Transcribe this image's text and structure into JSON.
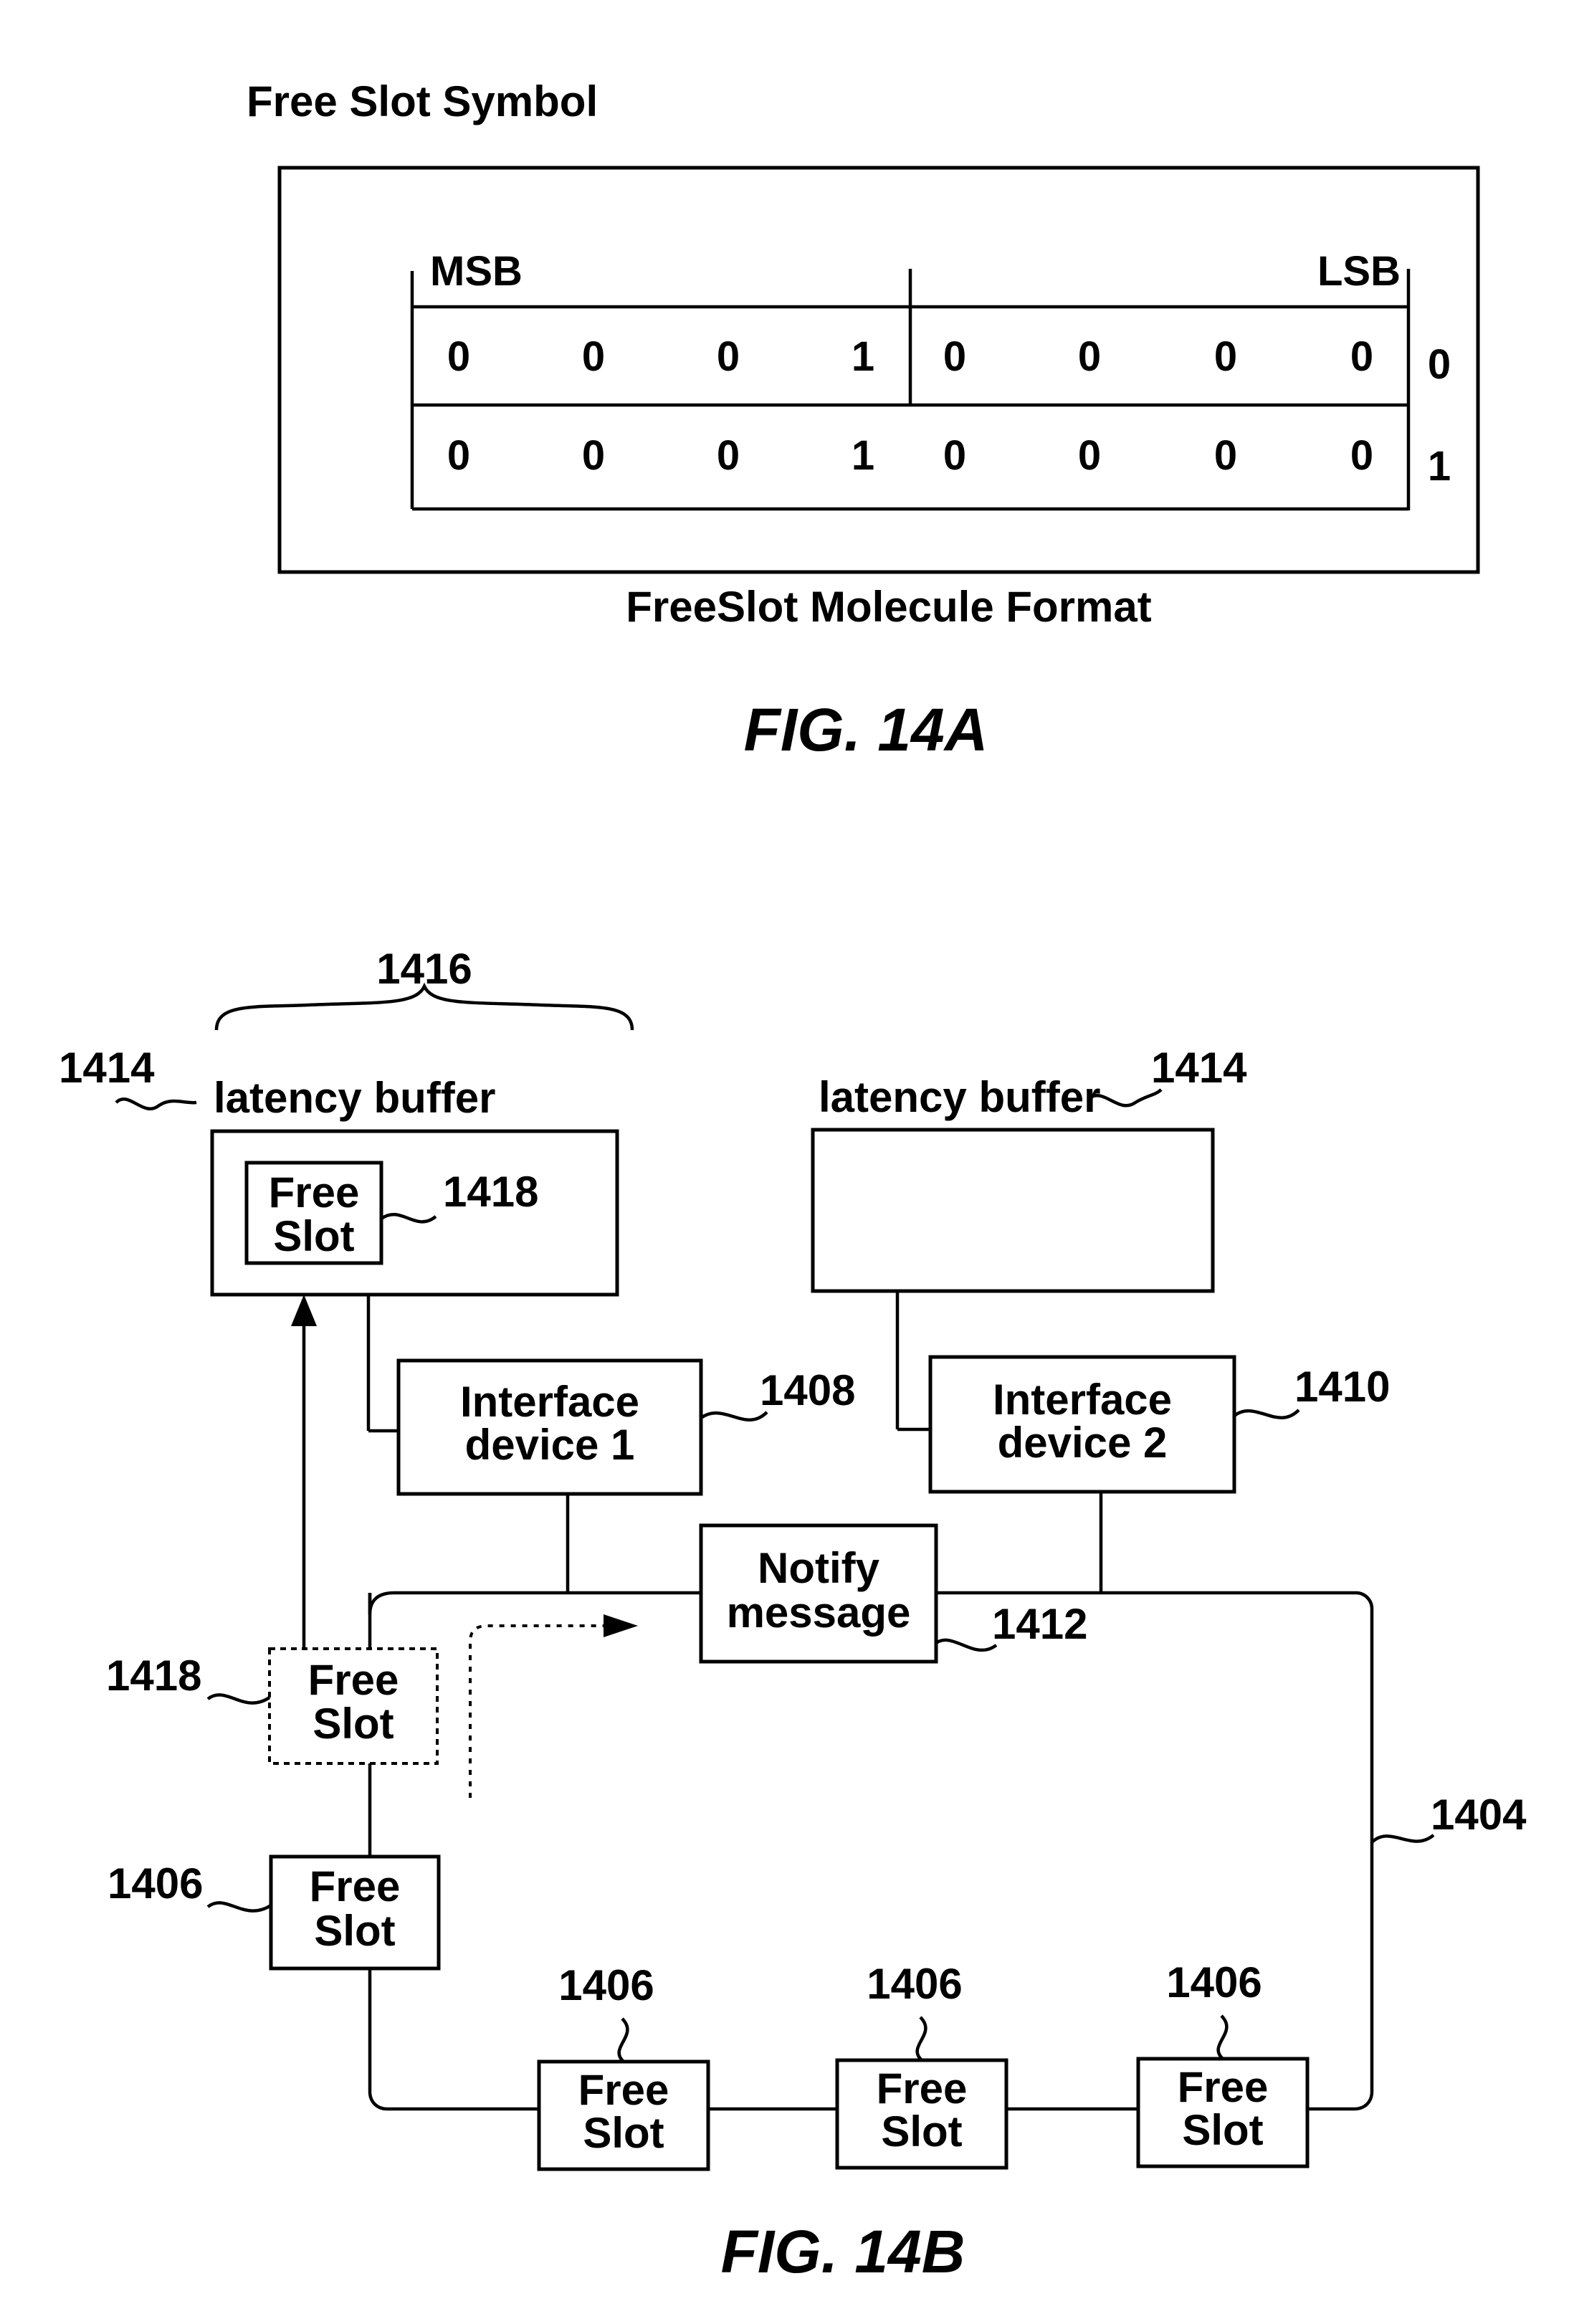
{
  "fig14a": {
    "title": "Free Slot Symbol",
    "msb": "MSB",
    "lsb": "LSB",
    "rows": [
      {
        "bits": [
          "0",
          "0",
          "0",
          "1",
          "0",
          "0",
          "0",
          "0"
        ],
        "index": "0"
      },
      {
        "bits": [
          "0",
          "0",
          "0",
          "1",
          "0",
          "0",
          "0",
          "0"
        ],
        "index": "1"
      }
    ],
    "caption": "FreeSlot Molecule Format",
    "label": "FIG. 14A"
  },
  "fig14b": {
    "ref_1416": "1416",
    "ref_1414_left": "1414",
    "ref_1414_right": "1414",
    "latency_buffer_left": "latency buffer",
    "latency_buffer_right": "latency buffer",
    "free_slot": [
      "Free",
      "Slot"
    ],
    "ref_1418_inner": "1418",
    "ref_1418_moving": "1418",
    "interface1": [
      "Interface",
      "device 1"
    ],
    "ref_1408": "1408",
    "interface2": [
      "Interface",
      "device 2"
    ],
    "ref_1410": "1410",
    "notify": [
      "Notify",
      "message"
    ],
    "ref_1412": "1412",
    "ref_1404": "1404",
    "ref_1406": "1406",
    "label": "FIG. 14B"
  }
}
